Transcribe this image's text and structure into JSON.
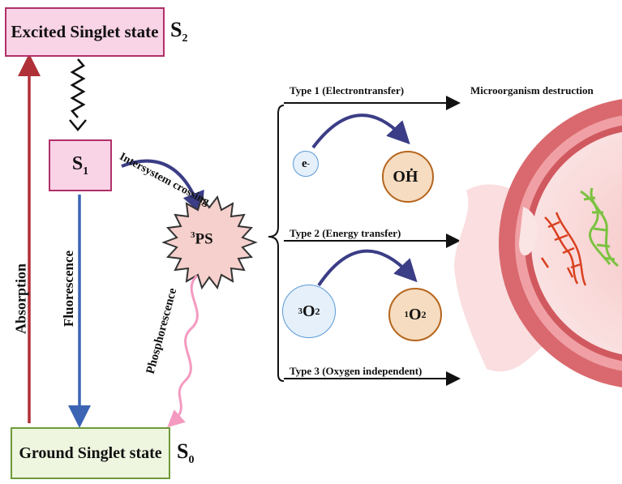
{
  "states": {
    "s2_box": "Excited Singlet state",
    "s2_symbol": "S",
    "s2_sub": "2",
    "s1_symbol": "S",
    "s1_sub": "1",
    "s0_box": "Ground Singlet state",
    "s0_symbol": "S",
    "s0_sub": "0"
  },
  "processes": {
    "absorption": "Absorption",
    "fluorescence": "Fluorescence",
    "intersystem": "Intersystem crossing",
    "phosphorescence": "Phosphorescence"
  },
  "ps": {
    "sup": "3",
    "text": "PS"
  },
  "types": {
    "type1": "Type 1 (Electrontransfer)",
    "type2": "Type 2 (Energy transfer)",
    "type3": "Type 3 (Oxygen independent)"
  },
  "species": {
    "electron": "e",
    "electron_sup": "-",
    "oh": "OH",
    "triplet_o2_sup": "3",
    "triplet_o2": "O",
    "triplet_o2_sub": "2",
    "singlet_o2_sup": "1",
    "singlet_o2": "O",
    "singlet_o2_sub": "2"
  },
  "outcome": "Microorganism destruction",
  "colors": {
    "s2_fill": "#f9d3e6",
    "s2_border": "#b0306a",
    "s0_fill": "#eef6df",
    "s0_border": "#6f9a3a",
    "absorption": "#b03038",
    "fluorescence": "#3c64b4",
    "curve_arrow": "#3b3d86",
    "phosph": "#f49ac1",
    "ps_fill": "#f6d0cc",
    "species_fill": "#f6dcc0",
    "species_border": "#b5651d",
    "o2_fill": "#e5f0fb",
    "o2_border": "#5a9ad6"
  }
}
